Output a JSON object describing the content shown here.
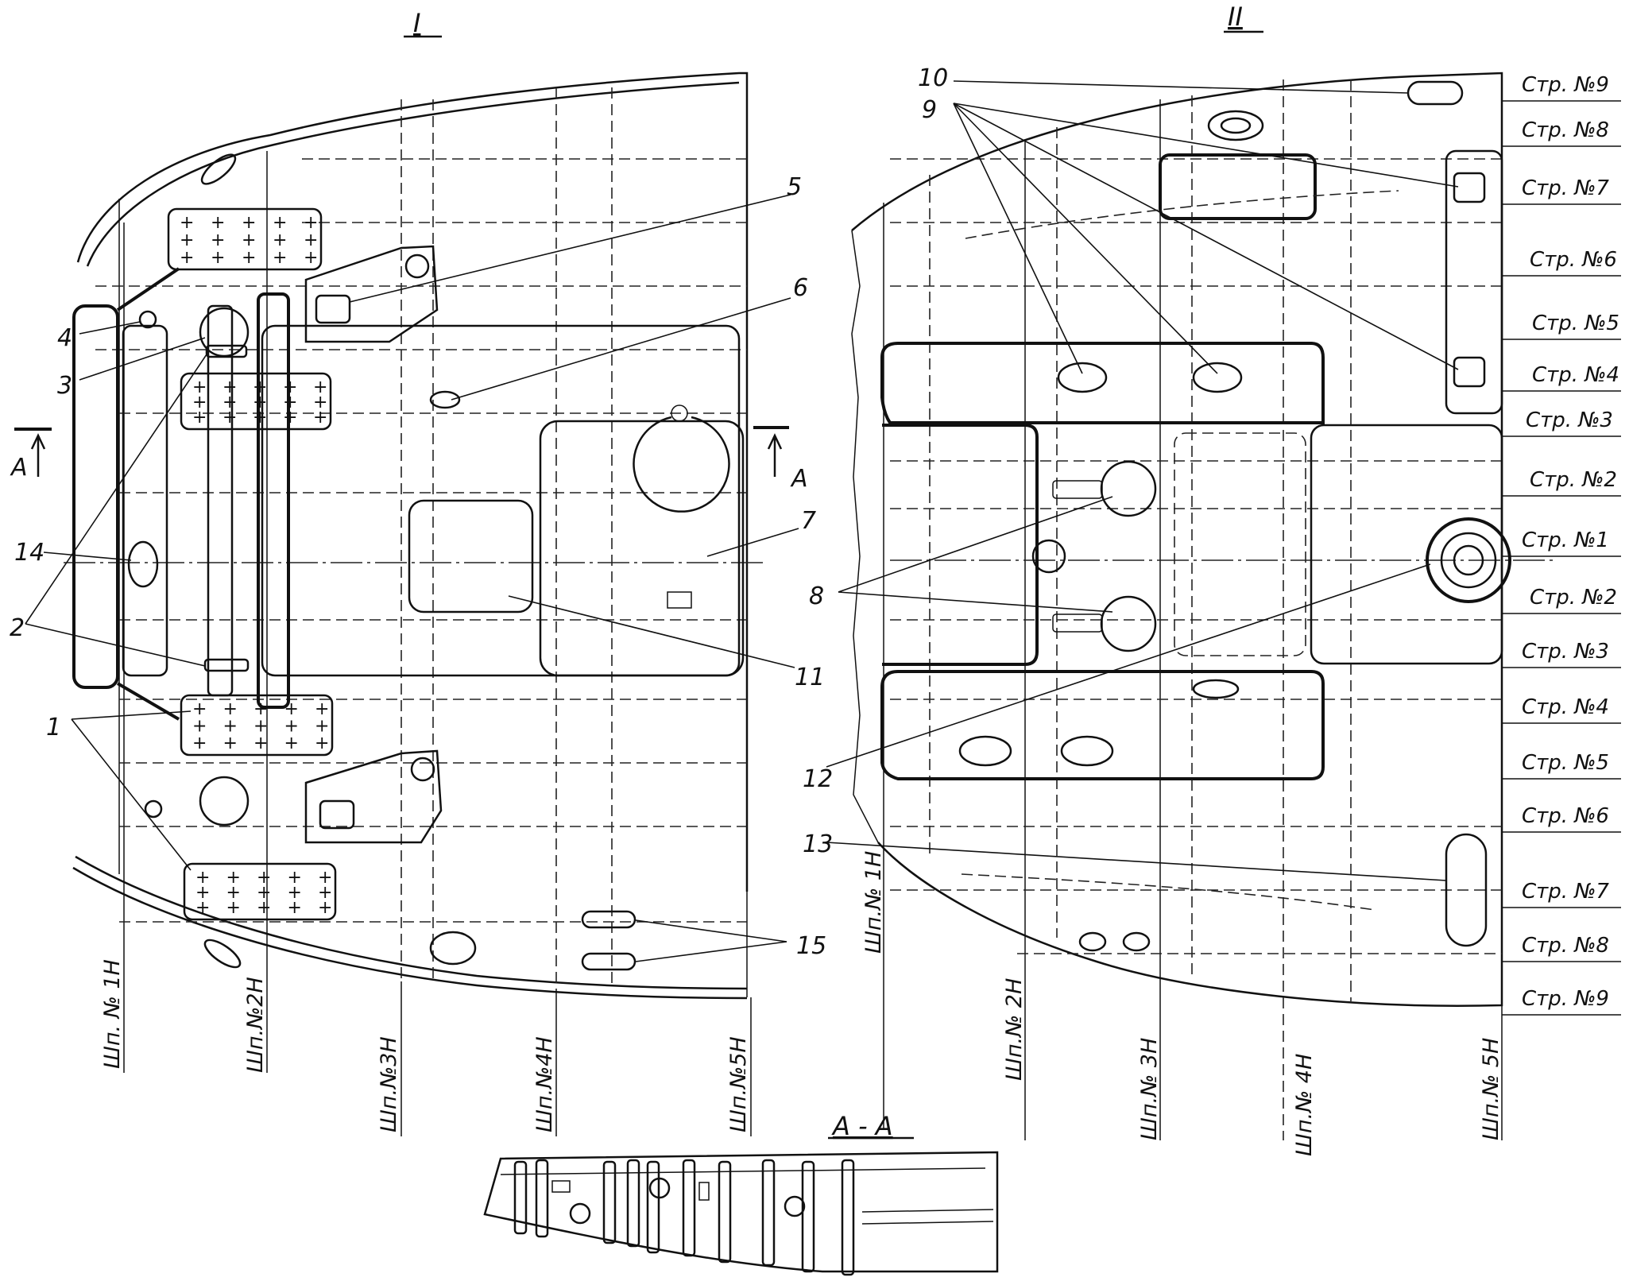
{
  "views": {
    "view_1": "I",
    "view_2": "II",
    "section": "A - A",
    "section_mark": "A"
  },
  "callouts": [
    "1",
    "2",
    "3",
    "4",
    "5",
    "6",
    "7",
    "8",
    "9",
    "10",
    "11",
    "12",
    "13",
    "14",
    "15"
  ],
  "frames_view_1": [
    "Шп. № 1Н",
    "Шп.№2Н",
    "Шп.№3Н",
    "Шп.№4Н",
    "Шп.№5Н"
  ],
  "frames_view_2": [
    "Шп.№ 1Н",
    "Шп.№ 2Н",
    "Шп.№ 3Н",
    "Шп.№ 4Н",
    "Шп.№ 5Н"
  ],
  "stringers_view_2": [
    "Стр. №9",
    "Стр. №8",
    "Стр. №7",
    "Стр. №6",
    "Стр. №5",
    "Стр. №4",
    "Стр. №3",
    "Стр. №2",
    "Стр. №1",
    "Стр. №2",
    "Стр. №3",
    "Стр. №4",
    "Стр. №5",
    "Стр. №6",
    "Стр. №7",
    "Стр. №8",
    "Стр. №9"
  ],
  "icons": {
    "section_arrow": "arrow-up-icon",
    "rivet_mark": "plus-icon"
  }
}
